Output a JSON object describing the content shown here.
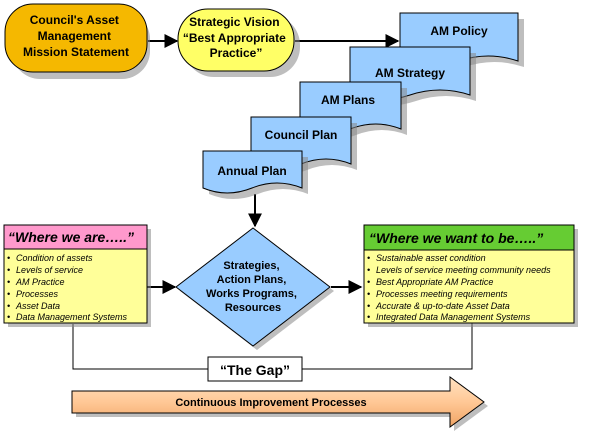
{
  "mission": {
    "line1": "Council's Asset",
    "line2": "Management",
    "line3": "Mission Statement"
  },
  "vision": {
    "line1": "Strategic Vision",
    "line2": "“Best Appropriate",
    "line3": "Practice”"
  },
  "documents": {
    "am_policy": "AM Policy",
    "am_strategy": "AM Strategy",
    "am_plans": "AM Plans",
    "council_plan": "Council Plan",
    "annual_plan": "Annual Plan"
  },
  "where_we_are": {
    "title": "“Where we are…..”",
    "items": [
      "Condition of assets",
      "Levels of service",
      "AM Practice",
      "Processes",
      "Asset Data",
      "Data Management Systems"
    ]
  },
  "strategies": {
    "line1": "Strategies,",
    "line2": "Action Plans,",
    "line3": "Works Programs,",
    "line4": "Resources"
  },
  "where_we_want": {
    "title": "“Where we want to be…..”",
    "items": [
      "Sustainable asset condition",
      "Levels of service meeting community needs",
      "Best Appropriate AM Practice",
      "Processes meeting requirements",
      "Accurate & up-to-date Asset Data",
      "Integrated Data Management Systems"
    ]
  },
  "gap_label": "“The Gap”",
  "continuous_improvement": "Continuous Improvement Processes",
  "colors": {
    "mission_fill": "#f5b800",
    "vision_fill": "#ffff66",
    "doc_fill": "#99ccff",
    "diamond_fill": "#99ccff",
    "where_are_header": "#ff99cc",
    "where_want_header": "#66cc33",
    "panel_fill": "#ffff99",
    "arrow_fill": "#ffcc99"
  }
}
